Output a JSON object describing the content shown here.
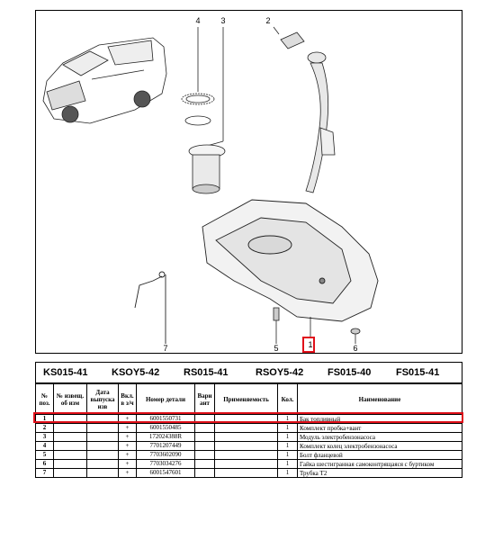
{
  "figure": {
    "callouts": [
      "4",
      "3",
      "2",
      "7",
      "5",
      "1",
      "6"
    ],
    "highlighted_callout": "1"
  },
  "models": [
    "KS015-41",
    "KSOY5-42",
    "RS015-41",
    "RSOY5-42",
    "FS015-40",
    "FS015-41"
  ],
  "table": {
    "headers": [
      "№ поз.",
      "№ извещ. об изм",
      "Дата выпуска изв",
      "Вкл. в з/ч",
      "Номер детали",
      "Вари ант",
      "Применяемость",
      "Кол.",
      "Наименование"
    ],
    "rows": [
      {
        "pos": "1",
        "incl": "+",
        "part": "6001550731",
        "qty": "1",
        "name": "Бак топливный"
      },
      {
        "pos": "2",
        "incl": "+",
        "part": "6001550485",
        "qty": "1",
        "name": "Комплект пробка+вант"
      },
      {
        "pos": "3",
        "incl": "+",
        "part": "172024388R",
        "qty": "1",
        "name": "Модуль электробензонасоса"
      },
      {
        "pos": "4",
        "incl": "+",
        "part": "7701207449",
        "qty": "1",
        "name": "Комплект колец электробензонасоса"
      },
      {
        "pos": "5",
        "incl": "+",
        "part": "7703602090",
        "qty": "1",
        "name": "Болт фланцевой"
      },
      {
        "pos": "6",
        "incl": "+",
        "part": "7703034276",
        "qty": "1",
        "name": "Гайка шестигранная самоконтрящаяся с буртиком"
      },
      {
        "pos": "7",
        "incl": "+",
        "part": "6001547601",
        "qty": "1",
        "name": "Трубка Т2"
      }
    ],
    "highlight_color": "#e0101a"
  }
}
